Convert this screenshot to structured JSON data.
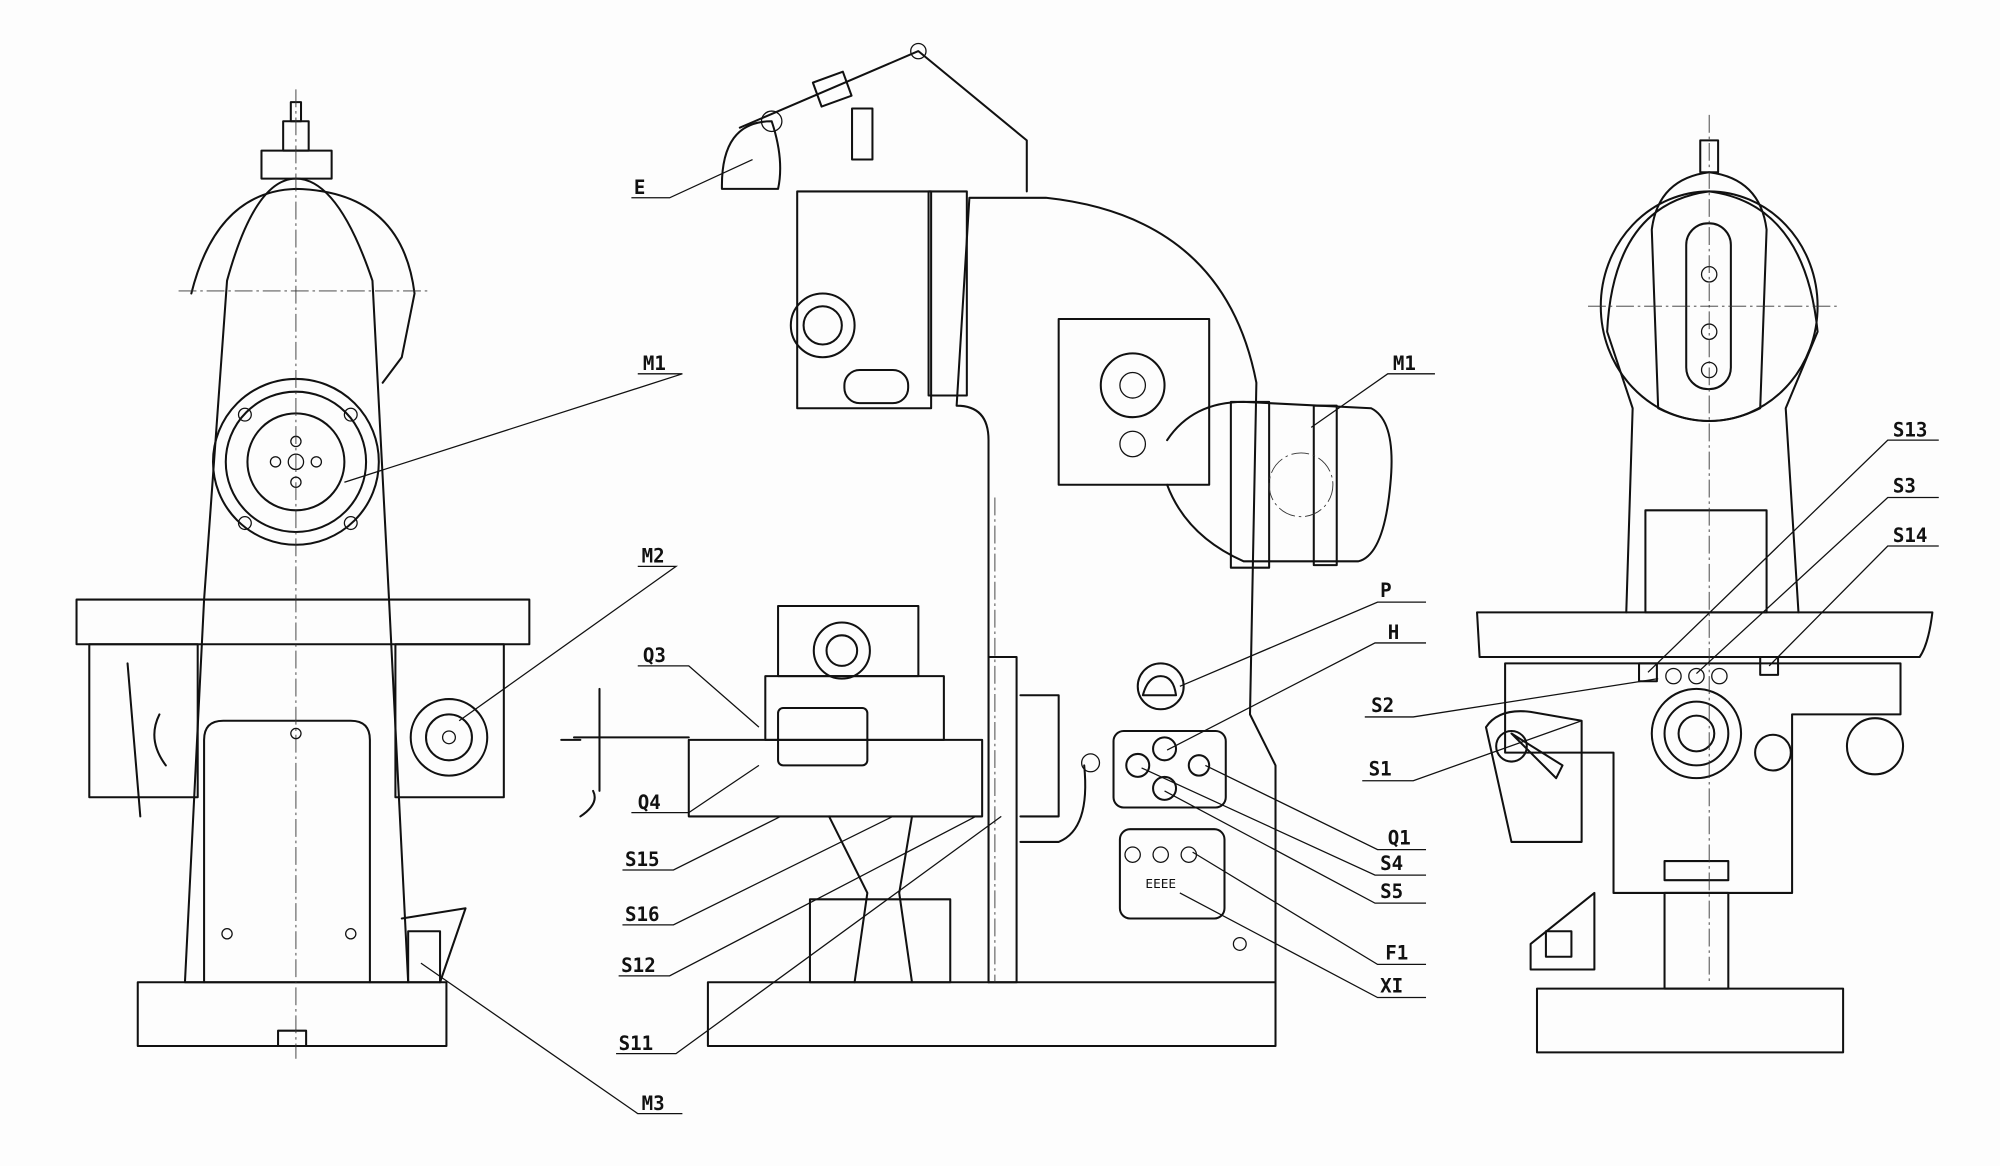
{
  "title": "Milling machine electrical equipment layout",
  "labels": {
    "E": "E",
    "M1_left": "M1",
    "M2": "M2",
    "M3": "M3",
    "Q3": "Q3",
    "Q4": "Q4",
    "S15": "S15",
    "S16": "S16",
    "S12": "S12",
    "S11": "S11",
    "P": "P",
    "H": "H",
    "Q1": "Q1",
    "S4": "S4",
    "S5": "S5",
    "F1": "F1",
    "XI": "XI",
    "M1_right": "M1",
    "S13": "S13",
    "S3": "S3",
    "S14": "S14",
    "S2": "S2",
    "S1": "S1"
  },
  "panel_text": "EEEE"
}
